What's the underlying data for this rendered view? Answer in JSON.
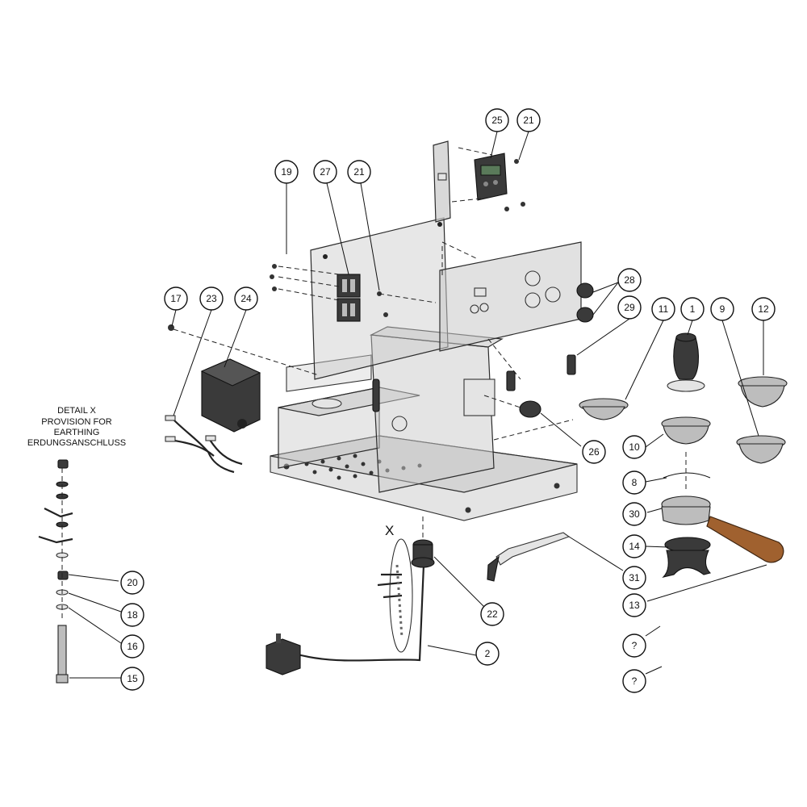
{
  "detail": {
    "line1": "DETAIL X",
    "line2": "PROVISION FOR",
    "line3": "EARTHING",
    "line4": "ERDUNGSANSCHLUSS"
  },
  "detail_marker": "X",
  "callouts": [
    {
      "id": "c1",
      "label": "1"
    },
    {
      "id": "c2",
      "label": "2"
    },
    {
      "id": "c8",
      "label": "8"
    },
    {
      "id": "c9",
      "label": "9"
    },
    {
      "id": "c10",
      "label": "10"
    },
    {
      "id": "c11",
      "label": "11"
    },
    {
      "id": "c12",
      "label": "12"
    },
    {
      "id": "c13",
      "label": "13"
    },
    {
      "id": "c14",
      "label": "14"
    },
    {
      "id": "c15",
      "label": "15"
    },
    {
      "id": "c16",
      "label": "16"
    },
    {
      "id": "c17",
      "label": "17"
    },
    {
      "id": "c18",
      "label": "18"
    },
    {
      "id": "c19",
      "label": "19"
    },
    {
      "id": "c20",
      "label": "20"
    },
    {
      "id": "c21a",
      "label": "21"
    },
    {
      "id": "c21b",
      "label": "21"
    },
    {
      "id": "c22",
      "label": "22"
    },
    {
      "id": "c23",
      "label": "23"
    },
    {
      "id": "c24",
      "label": "24"
    },
    {
      "id": "c25",
      "label": "25"
    },
    {
      "id": "c26",
      "label": "26"
    },
    {
      "id": "c27",
      "label": "27"
    },
    {
      "id": "c28",
      "label": "28"
    },
    {
      "id": "c29",
      "label": "29"
    },
    {
      "id": "c30",
      "label": "30"
    },
    {
      "id": "c31",
      "label": "31"
    },
    {
      "id": "cq1",
      "label": "?"
    },
    {
      "id": "cq2",
      "label": "?"
    }
  ]
}
